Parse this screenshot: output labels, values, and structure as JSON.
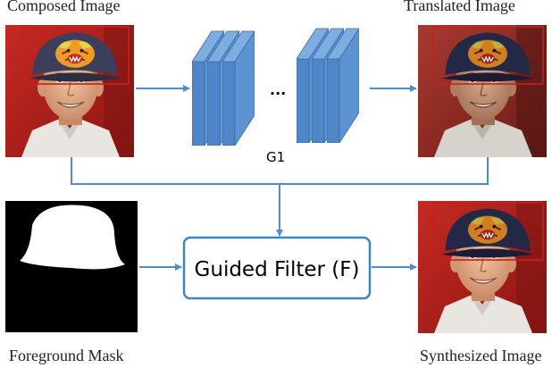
{
  "labels": {
    "composed": "Composed Image",
    "translated": "Translated Image",
    "mask": "Foreground Mask",
    "synthesized": "Synthesized Image",
    "network": "G1",
    "ellipsis": "...",
    "filter": "Guided Filter (F)"
  },
  "colors": {
    "connector": "#4e8ed0",
    "layer_front": "#4f86c8",
    "layer_side": "#2f5f97",
    "layer_top": "#7eaee0",
    "filter_border": "#3d86c4",
    "highlight_box": "#c8201a"
  }
}
